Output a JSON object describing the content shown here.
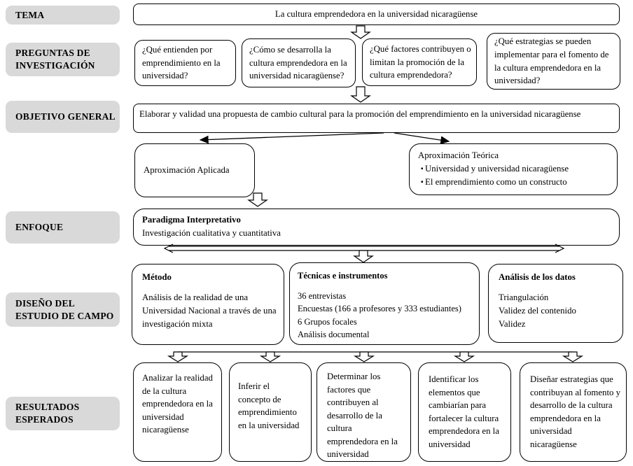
{
  "labels": {
    "tema": "TEMA",
    "preguntas": "PREGUNTAS DE INVESTIGACIÓN",
    "objetivo": "OBJETIVO GENERAL",
    "enfoque": "ENFOQUE",
    "diseno": "DISEÑO DEL ESTUDIO DE CAMPO",
    "resultados": "RESULTADOS ESPERADOS"
  },
  "tema": {
    "text": "La cultura emprendedora en la universidad nicaragüense"
  },
  "preguntas": {
    "q1": "¿Qué entienden por emprendimiento en la universidad?",
    "q2": "¿Cómo se desarrolla la cultura emprendedora en la universidad nicaragüense?",
    "q3": "¿Qué factores contribuyen o limitan la promoción de la cultura emprendedora?",
    "q4": "¿Qué estrategias se pueden implementar para el fomento de la cultura emprendedora en la universidad?"
  },
  "objetivo": {
    "text": "Elaborar y validad una propuesta de cambio cultural  para la promoción del emprendimiento en la universidad nicaragüense"
  },
  "aproximaciones": {
    "aplicada": "Aproximación Aplicada",
    "teorica_title": "Aproximación Teórica",
    "teorica_items": [
      "Universidad y universidad nicaragüense",
      "El emprendimiento como un constructo"
    ]
  },
  "enfoque": {
    "title": "Paradigma Interpretativo",
    "subtitle": "Investigación cualitativa y cuantitativa"
  },
  "diseno": {
    "metodo": {
      "title": "Método",
      "body": "Análisis de la realidad de una Universidad Nacional a través de una investigación mixta"
    },
    "tecnicas": {
      "title": "Técnicas e instrumentos",
      "lines": [
        "36 entrevistas",
        "Encuestas (166 a profesores y 333 estudiantes)",
        "6 Grupos focales",
        "Análisis documental"
      ]
    },
    "analisis": {
      "title": "Análisis de los datos",
      "lines": [
        "Triangulación",
        "Validez del contenido",
        "Validez"
      ]
    }
  },
  "resultados": [
    "Analizar la realidad de la cultura emprendedora en la universidad nicaragüense",
    "Inferir el concepto de emprendimiento en la universidad",
    "Determinar los factores que contribuyen al desarrollo de la cultura emprendedora en la universidad",
    "Identificar los elementos que cambiarían para fortalecer la cultura emprendedora en la universidad",
    "Diseñar estrategias que contribuyan al fomento y desarrollo de la cultura emprendedora en la universidad nicaragüense"
  ]
}
